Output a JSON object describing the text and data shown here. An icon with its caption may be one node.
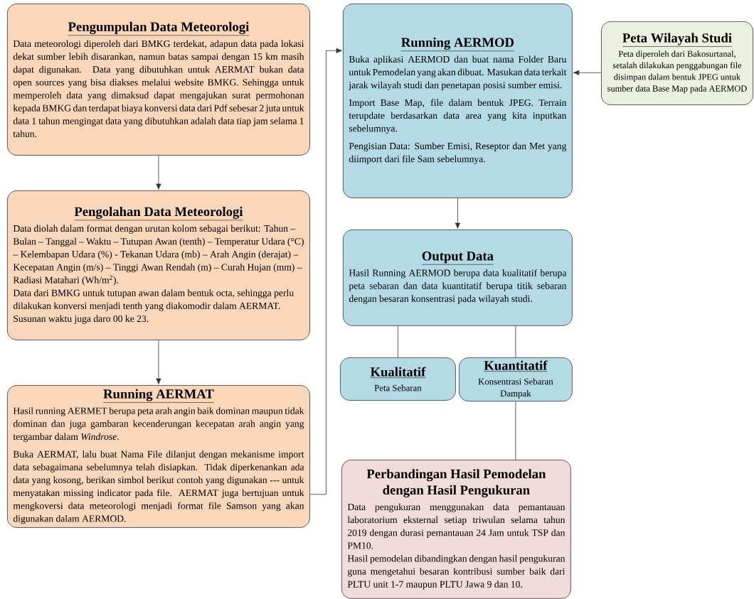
{
  "diagram": {
    "nodes": [
      {
        "text": [
          "Pengumpulan Data Meteorologi",
          "Data meteorologi diperoleh dari BMKG terdekat, adapun data pada lokasi dekat sumber lebih disarankan, namun batas sampai dengan 15 km masih dapat digunakan. Data yang dibutuhkan untuk AERMAT bukan data open sources yang bisa diakses melalui website BMKG. Sehingga untuk memperoleh data yang dimaksud dapat mengajukan surat permohonan kepada BMKG dan terdapat biaya konversi data dari Pdf sebesar 2 juta untuk data 1 tahun mengingat data yang dibutuhkan adalah data tiap jam selama 1 tahun."
        ]
      },
      {
        "text": [
          "Pengolahan Data Meteorologi",
          "Data diolah dalam format dengan urutan kolom sebagai berikut: Tahun – Bulan – Tanggal – Waktu – Tutupan Awan (tenth) – Temperatur Udara (°C) – Kelembapan Udara (%) - Tekanan Udara (mb) – Arah Angin (derajat) – Kecepatan Angin (m/s) – Tinggi Awan Rendah (m) – Curah Hujan (mm) – Radiasi Matahari (Wh/m$^{2}$).",
          "Data dari BMKG untuk tutupan awan dalam bentuk octa, sehingga perlu dilakukan konversi menjadi tenth yang diakomodir dalam AERMAT. Susunan waktu juga daro 00 ke 23."
        ]
      },
      {
        "text": [
          "Running AERMAT",
          "Hasil running AERMET berupa peta arah angin baik dominan maupun tidak dominan dan juga gambaran kecenderungan kecepatan arah angin yang tergambar dalam *Windrose*.",
          "Buka AERMAT, lalu buat Nama File dilanjut dengan mekanisme import data sebagaimana sebelumnya telah disiapkan. Tidak diperkenankan ada data yang kosong, berikan simbol berikut contoh yang digunakan --- untuk menyatakan missing indicator pada file. AERMAT juga bertujuan untuk mengkoversi data meteorologi menjadi format file Samson yang akan digunakan dalam AERMOD."
        ]
      },
      {
        "text": [
          "Running AERMOD",
          "Buka aplikasi AERMOD dan buat nama Folder Baru untuk Pemodelan yang akan dibuat. Masukan data terkait jarak wilayah studi dan penetapan posisi sumber emisi.",
          "Import Base Map, file dalam bentuk JPEG. Terrain terupdate berdasarkan data area yang kita inputkan sebelumnya.",
          "Pengisian Data: Sumber Emisi, Reseptor dan Met yang diimport dari file Sam sebelumnya."
        ]
      },
      {
        "text": [
          "Peta Wilayah Studi",
          "Peta diperoleh dari Bakosurtanal, setalah dilakukan penggabungan file disimpan dalam bentuk JPEG untuk sumber data Base Map pada AERMOD"
        ]
      },
      {
        "text": [
          "Output Data",
          "Hasil Running AERMOD berupa data kualitatif berupa peta sebaran dan data kuantitatif berupa titik sebaran dengan besaran konsentrasi pada wilayah studi."
        ]
      },
      {
        "text": [
          "Kualitatif",
          "Peta Sebaran"
        ]
      },
      {
        "text": [
          "Kuantitatif",
          "Konsentrasi Sebaran Dampak"
        ]
      },
      {
        "text": [
          "Perbandingan Hasil Pemodelan dengan Hasil Pengukuran",
          "Data pengukuran menggunakan data pemantauan laboratorium eksternal setiap triwulan selama tahun 2019 dengan durasi pemantauan 24 Jam untuk TSP dan PM10.",
          "Hasil pemodelan dibandingkan dengan hasil pengukuran guna mengetahui besaran kontribusi sumber baik dari PLTU unit 1-7 maupun PLTU Jawa 9 dan 10."
        ]
      }
    ],
    "edges": [
      {
        "from": 0,
        "to": 1,
        "arrow": "to"
      },
      {
        "from": 1,
        "to": 2,
        "arrow": "to"
      },
      {
        "from": 2,
        "to": 3,
        "arrow": "to"
      },
      {
        "from": 4,
        "to": 3,
        "arrow": "to"
      },
      {
        "from": 3,
        "to": 5,
        "arrow": "to"
      },
      {
        "from": 5,
        "to": 6,
        "arrow": "none"
      },
      {
        "from": 5,
        "to": 7,
        "arrow": "none"
      },
      {
        "from": 7,
        "to": 8,
        "arrow": "none"
      }
    ]
  }
}
